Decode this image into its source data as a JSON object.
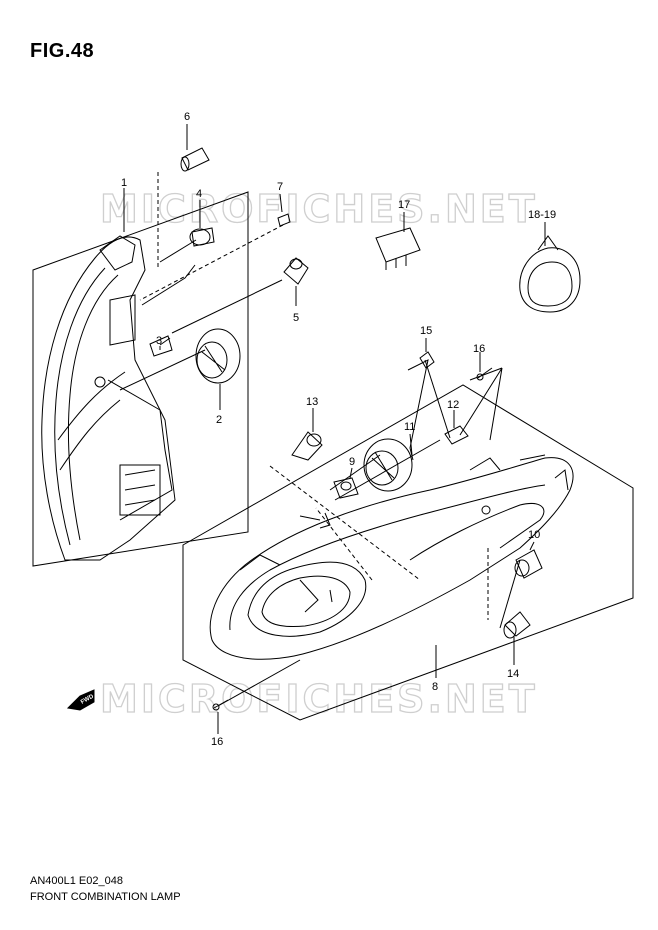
{
  "figure": {
    "title": "FIG.48"
  },
  "watermark": {
    "text": "MICROFICHES.NET"
  },
  "direction_marker": {
    "label": "FWD"
  },
  "callouts": [
    {
      "id": "c1",
      "label": "1"
    },
    {
      "id": "c2",
      "label": "2"
    },
    {
      "id": "c3",
      "label": "3"
    },
    {
      "id": "c4",
      "label": "4"
    },
    {
      "id": "c5",
      "label": "5"
    },
    {
      "id": "c6",
      "label": "6"
    },
    {
      "id": "c7",
      "label": "7"
    },
    {
      "id": "c8",
      "label": "8"
    },
    {
      "id": "c9",
      "label": "9"
    },
    {
      "id": "c10",
      "label": "10"
    },
    {
      "id": "c11",
      "label": "11"
    },
    {
      "id": "c12",
      "label": "12"
    },
    {
      "id": "c13",
      "label": "13"
    },
    {
      "id": "c14",
      "label": "14"
    },
    {
      "id": "c15",
      "label": "15"
    },
    {
      "id": "c16a",
      "label": "16"
    },
    {
      "id": "c16b",
      "label": "16"
    },
    {
      "id": "c17",
      "label": "17"
    },
    {
      "id": "c18",
      "label": "18-19"
    }
  ],
  "footer": {
    "model_code": "AN400L1 E02_048",
    "section_name": "FRONT COMBINATION LAMP"
  }
}
